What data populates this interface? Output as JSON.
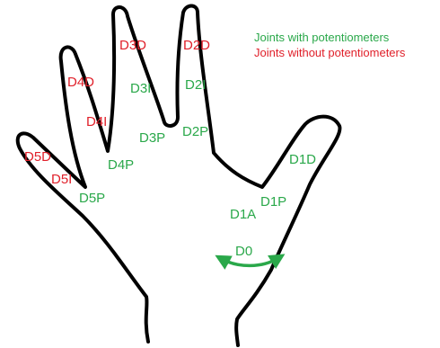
{
  "colors": {
    "outline": "#000000",
    "with_pot": "#2aa84a",
    "without_pot": "#e0202a"
  },
  "legend": {
    "with_pot": "Joints with potentiometers",
    "without_pot": "Joints without potentiometers"
  },
  "joints": {
    "d0": "D0",
    "d1a": "D1A",
    "d1p": "D1P",
    "d1d": "D1D",
    "d2p": "D2P",
    "d2i": "D2I",
    "d2d": "D2D",
    "d3p": "D3P",
    "d3i": "D3I",
    "d3d": "D3D",
    "d4p": "D4P",
    "d4i": "D4I",
    "d4d": "D4D",
    "d5p": "D5P",
    "d5i": "D5I",
    "d5d": "D5D"
  }
}
